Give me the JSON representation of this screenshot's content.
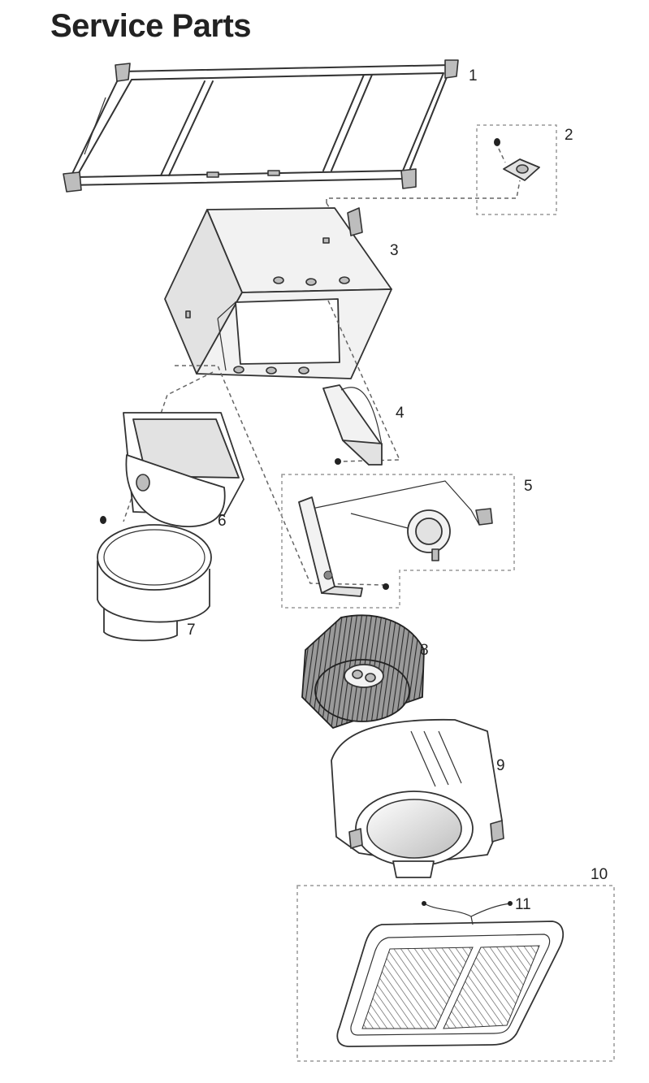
{
  "title": "Service Parts",
  "callouts": [
    "1",
    "2",
    "3",
    "4",
    "5",
    "6",
    "7",
    "8",
    "9",
    "10",
    "11"
  ]
}
